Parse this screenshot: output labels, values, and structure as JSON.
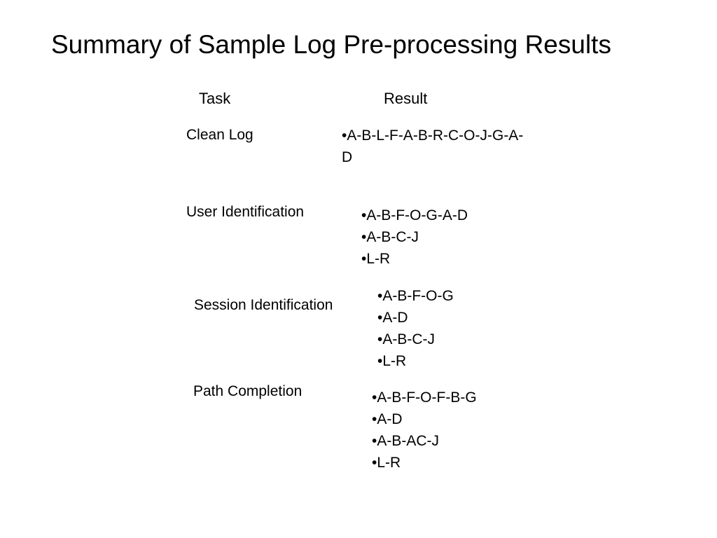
{
  "slide": {
    "title": "Summary of Sample Log Pre-processing Results",
    "headers": {
      "task": "Task",
      "result": "Result"
    },
    "rows": [
      {
        "task": "Clean Log",
        "results": [
          "•A-B-L-F-A-B-R-C-O-J-G-A-D"
        ]
      },
      {
        "task": "User Identification",
        "results": [
          "•A-B-F-O-G-A-D",
          "•A-B-C-J",
          "•L-R"
        ]
      },
      {
        "task": "Session Identification",
        "results": [
          "•A-B-F-O-G",
          "•A-D",
          "•A-B-C-J",
          "•L-R"
        ]
      },
      {
        "task": "Path Completion",
        "results": [
          "•A-B-F-O-F-B-G",
          "•A-D",
          "•A-B-AC-J",
          "•L-R"
        ]
      }
    ]
  }
}
